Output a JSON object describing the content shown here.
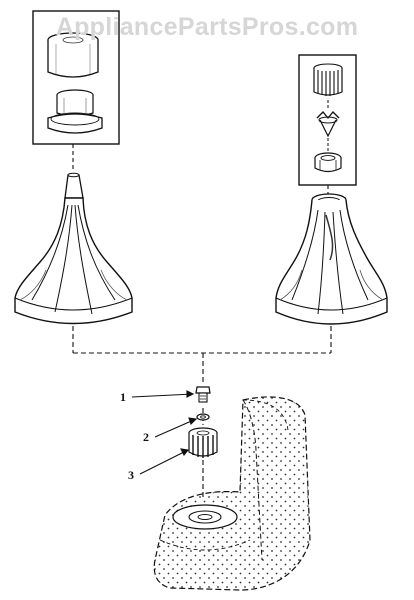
{
  "watermark": "AppliancePartsPros.com",
  "callouts": [
    {
      "number": "1"
    },
    {
      "number": "2"
    },
    {
      "number": "3"
    }
  ],
  "colors": {
    "line": "#111111",
    "watermark": "#d6d6d6",
    "background": "#ffffff"
  }
}
